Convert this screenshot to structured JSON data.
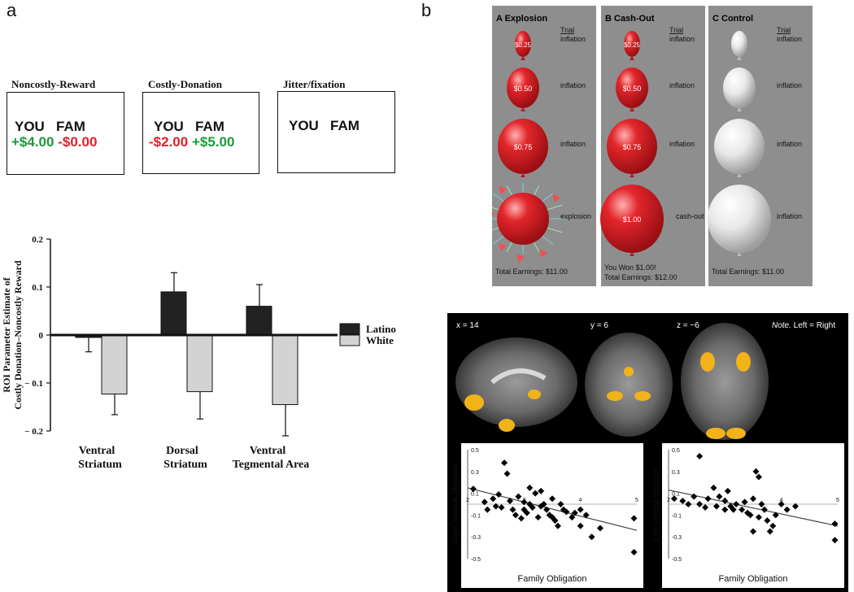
{
  "panel_a": {
    "letter": "a",
    "conditions": [
      {
        "title": "Noncostly-Reward",
        "you": "YOU",
        "fam": "FAM",
        "you_amt": "+$4.00",
        "fam_amt": "-$0.00"
      },
      {
        "title": "Costly-Donation",
        "you": "YOU",
        "fam": "FAM",
        "you_amt": "-$2.00",
        "fam_amt": "+$5.00"
      },
      {
        "title": "Jitter/fixation",
        "you": "YOU",
        "fam": "FAM",
        "you_amt": "",
        "fam_amt": ""
      }
    ],
    "colors": {
      "positive": "#1a9a3a",
      "negative": "#e0202a"
    }
  },
  "panel_b": {
    "letter": "b",
    "balloon_panels": [
      {
        "title": "A  Explosion",
        "trial_header": "Trial",
        "labels": [
          "$0.25",
          "$0.50",
          "$0.75",
          ""
        ],
        "trials": [
          "inflation",
          "inflation",
          "inflation",
          "explosion"
        ],
        "earnings": [
          "Total Earnings: $11.00"
        ]
      },
      {
        "title": "B  Cash-Out",
        "trial_header": "Trial",
        "labels": [
          "$0.25",
          "$0.50",
          "$0.75",
          "$1.00"
        ],
        "trials": [
          "inflation",
          "inflation",
          "inflation",
          "cash-out"
        ],
        "earnings": [
          "You Won $1.00!",
          "Total Earnings: $12.00"
        ]
      },
      {
        "title": "C  Control",
        "trial_header": "Trial",
        "labels": [
          "",
          "",
          "",
          ""
        ],
        "trials": [
          "inflation",
          "inflation",
          "inflation",
          "inflation"
        ],
        "earnings": [
          "Total Earnings: $11.00"
        ]
      }
    ],
    "brain": {
      "slices": [
        "x = 14",
        "y = 6",
        "z = −6"
      ],
      "note_prefix": "Note.",
      "note_text": " Left = Right"
    },
    "colors": {
      "balloon_red": "#e3262b",
      "balloon_white": "#e8e8e8",
      "activation": "#f2b318"
    }
  },
  "chart_data": [
    {
      "type": "bar",
      "title": "",
      "xlabel": "",
      "ylabel": "ROI Parameter Estimate of Costly Donation–Noncostly Reward",
      "ylabel_lines": [
        "ROI Parameter Estimate of",
        "Costly Donation–Noncostly Reward"
      ],
      "categories": [
        "Ventral Striatum",
        "Dorsal Striatum",
        "Ventral Tegmental Area"
      ],
      "category_lines": [
        [
          "Ventral",
          "Striatum"
        ],
        [
          "Dorsal",
          "Striatum"
        ],
        [
          "Ventral",
          "Tegmental Area"
        ]
      ],
      "series": [
        {
          "name": "Latino",
          "values": [
            -0.005,
            0.09,
            0.06
          ],
          "error": [
            0.03,
            0.04,
            0.045
          ],
          "color": "#222222"
        },
        {
          "name": "White",
          "values": [
            -0.123,
            -0.118,
            -0.145
          ],
          "error": [
            0.043,
            0.057,
            0.065
          ],
          "color": "#d3d3d3"
        }
      ],
      "yticks": [
        0.2,
        0.1,
        0,
        -0.1,
        -0.2
      ],
      "ytick_labels": [
        "0.2",
        "0.1",
        "0",
        "− 0.1",
        "− 0.2"
      ],
      "ylim": [
        -0.2,
        0.2
      ],
      "legend": "right"
    },
    {
      "type": "scatter",
      "title": "",
      "xlabel": "Family Obligation",
      "ylabel": "Right Ventral Striatum",
      "xlim": [
        2,
        5
      ],
      "ylim": [
        -0.5,
        0.5
      ],
      "xticks": [
        "2",
        "3",
        "4",
        "5"
      ],
      "yticks": [
        0.5,
        0.3,
        0.1,
        -0.1,
        -0.3,
        -0.5
      ],
      "ytick_labels": [
        "0.5",
        "0.3",
        "0.1",
        "-0.1",
        "-0.3",
        "-0.5"
      ],
      "points": [
        [
          2.1,
          0.14
        ],
        [
          2.3,
          0.02
        ],
        [
          2.35,
          -0.05
        ],
        [
          2.45,
          0.05
        ],
        [
          2.5,
          -0.02
        ],
        [
          2.55,
          0.09
        ],
        [
          2.65,
          0.38
        ],
        [
          2.6,
          -0.03
        ],
        [
          2.7,
          0.28
        ],
        [
          2.75,
          0.03
        ],
        [
          2.8,
          -0.05
        ],
        [
          2.85,
          -0.1
        ],
        [
          2.9,
          0.07
        ],
        [
          2.95,
          -0.13
        ],
        [
          3.0,
          0.02
        ],
        [
          3.0,
          -0.05
        ],
        [
          3.05,
          -0.08
        ],
        [
          3.1,
          0.15
        ],
        [
          3.1,
          0.0
        ],
        [
          3.15,
          -0.03
        ],
        [
          3.2,
          0.1
        ],
        [
          3.25,
          -0.12
        ],
        [
          3.3,
          0.12
        ],
        [
          3.3,
          -0.02
        ],
        [
          3.35,
          0.0
        ],
        [
          3.4,
          -0.05
        ],
        [
          3.45,
          -0.1
        ],
        [
          3.5,
          0.05
        ],
        [
          3.5,
          -0.12
        ],
        [
          3.55,
          -0.15
        ],
        [
          3.6,
          -0.2
        ],
        [
          3.65,
          0.0
        ],
        [
          3.7,
          -0.05
        ],
        [
          3.75,
          -0.07
        ],
        [
          3.85,
          -0.12
        ],
        [
          3.9,
          -0.08
        ],
        [
          4.0,
          -0.2
        ],
        [
          4.0,
          -0.05
        ],
        [
          4.1,
          -0.1
        ],
        [
          4.2,
          -0.3
        ],
        [
          4.35,
          -0.22
        ],
        [
          4.95,
          -0.13
        ],
        [
          4.95,
          -0.44
        ]
      ],
      "fit": [
        [
          2,
          0.15
        ],
        [
          5,
          -0.24
        ]
      ]
    },
    {
      "type": "scatter",
      "title": "",
      "xlabel": "Family Obligation",
      "ylabel": "Left Ventral Striatum",
      "xlim": [
        2,
        5
      ],
      "ylim": [
        -0.5,
        0.5
      ],
      "xticks": [
        "2",
        "3",
        "4",
        "5"
      ],
      "yticks": [
        0.5,
        0.3,
        0.1,
        -0.1,
        -0.3,
        -0.5
      ],
      "ytick_labels": [
        "0.5",
        "0.3",
        "0.1",
        "-0.1",
        "-0.3",
        "-0.5"
      ],
      "points": [
        [
          2.1,
          0.05
        ],
        [
          2.25,
          0.03
        ],
        [
          2.35,
          0.0
        ],
        [
          2.45,
          0.07
        ],
        [
          2.55,
          0.44
        ],
        [
          2.55,
          0.0
        ],
        [
          2.65,
          -0.03
        ],
        [
          2.7,
          0.05
        ],
        [
          2.8,
          0.15
        ],
        [
          2.85,
          -0.02
        ],
        [
          2.9,
          0.07
        ],
        [
          3.0,
          0.03
        ],
        [
          3.0,
          -0.05
        ],
        [
          3.05,
          0.12
        ],
        [
          3.1,
          -0.02
        ],
        [
          3.15,
          -0.05
        ],
        [
          3.2,
          0.0
        ],
        [
          3.3,
          -0.05
        ],
        [
          3.35,
          0.02
        ],
        [
          3.4,
          -0.08
        ],
        [
          3.45,
          -0.1
        ],
        [
          3.5,
          0.05
        ],
        [
          3.5,
          -0.25
        ],
        [
          3.55,
          0.3
        ],
        [
          3.6,
          -0.12
        ],
        [
          3.6,
          0.25
        ],
        [
          3.65,
          0.0
        ],
        [
          3.7,
          -0.05
        ],
        [
          3.75,
          -0.15
        ],
        [
          3.8,
          -0.25
        ],
        [
          3.85,
          -0.2
        ],
        [
          3.9,
          -0.1
        ],
        [
          4.0,
          0.0
        ],
        [
          4.1,
          -0.05
        ],
        [
          4.25,
          -0.02
        ],
        [
          4.95,
          -0.18
        ],
        [
          4.95,
          -0.33
        ]
      ],
      "fit": [
        [
          2,
          0.13
        ],
        [
          5,
          -0.2
        ]
      ]
    }
  ]
}
